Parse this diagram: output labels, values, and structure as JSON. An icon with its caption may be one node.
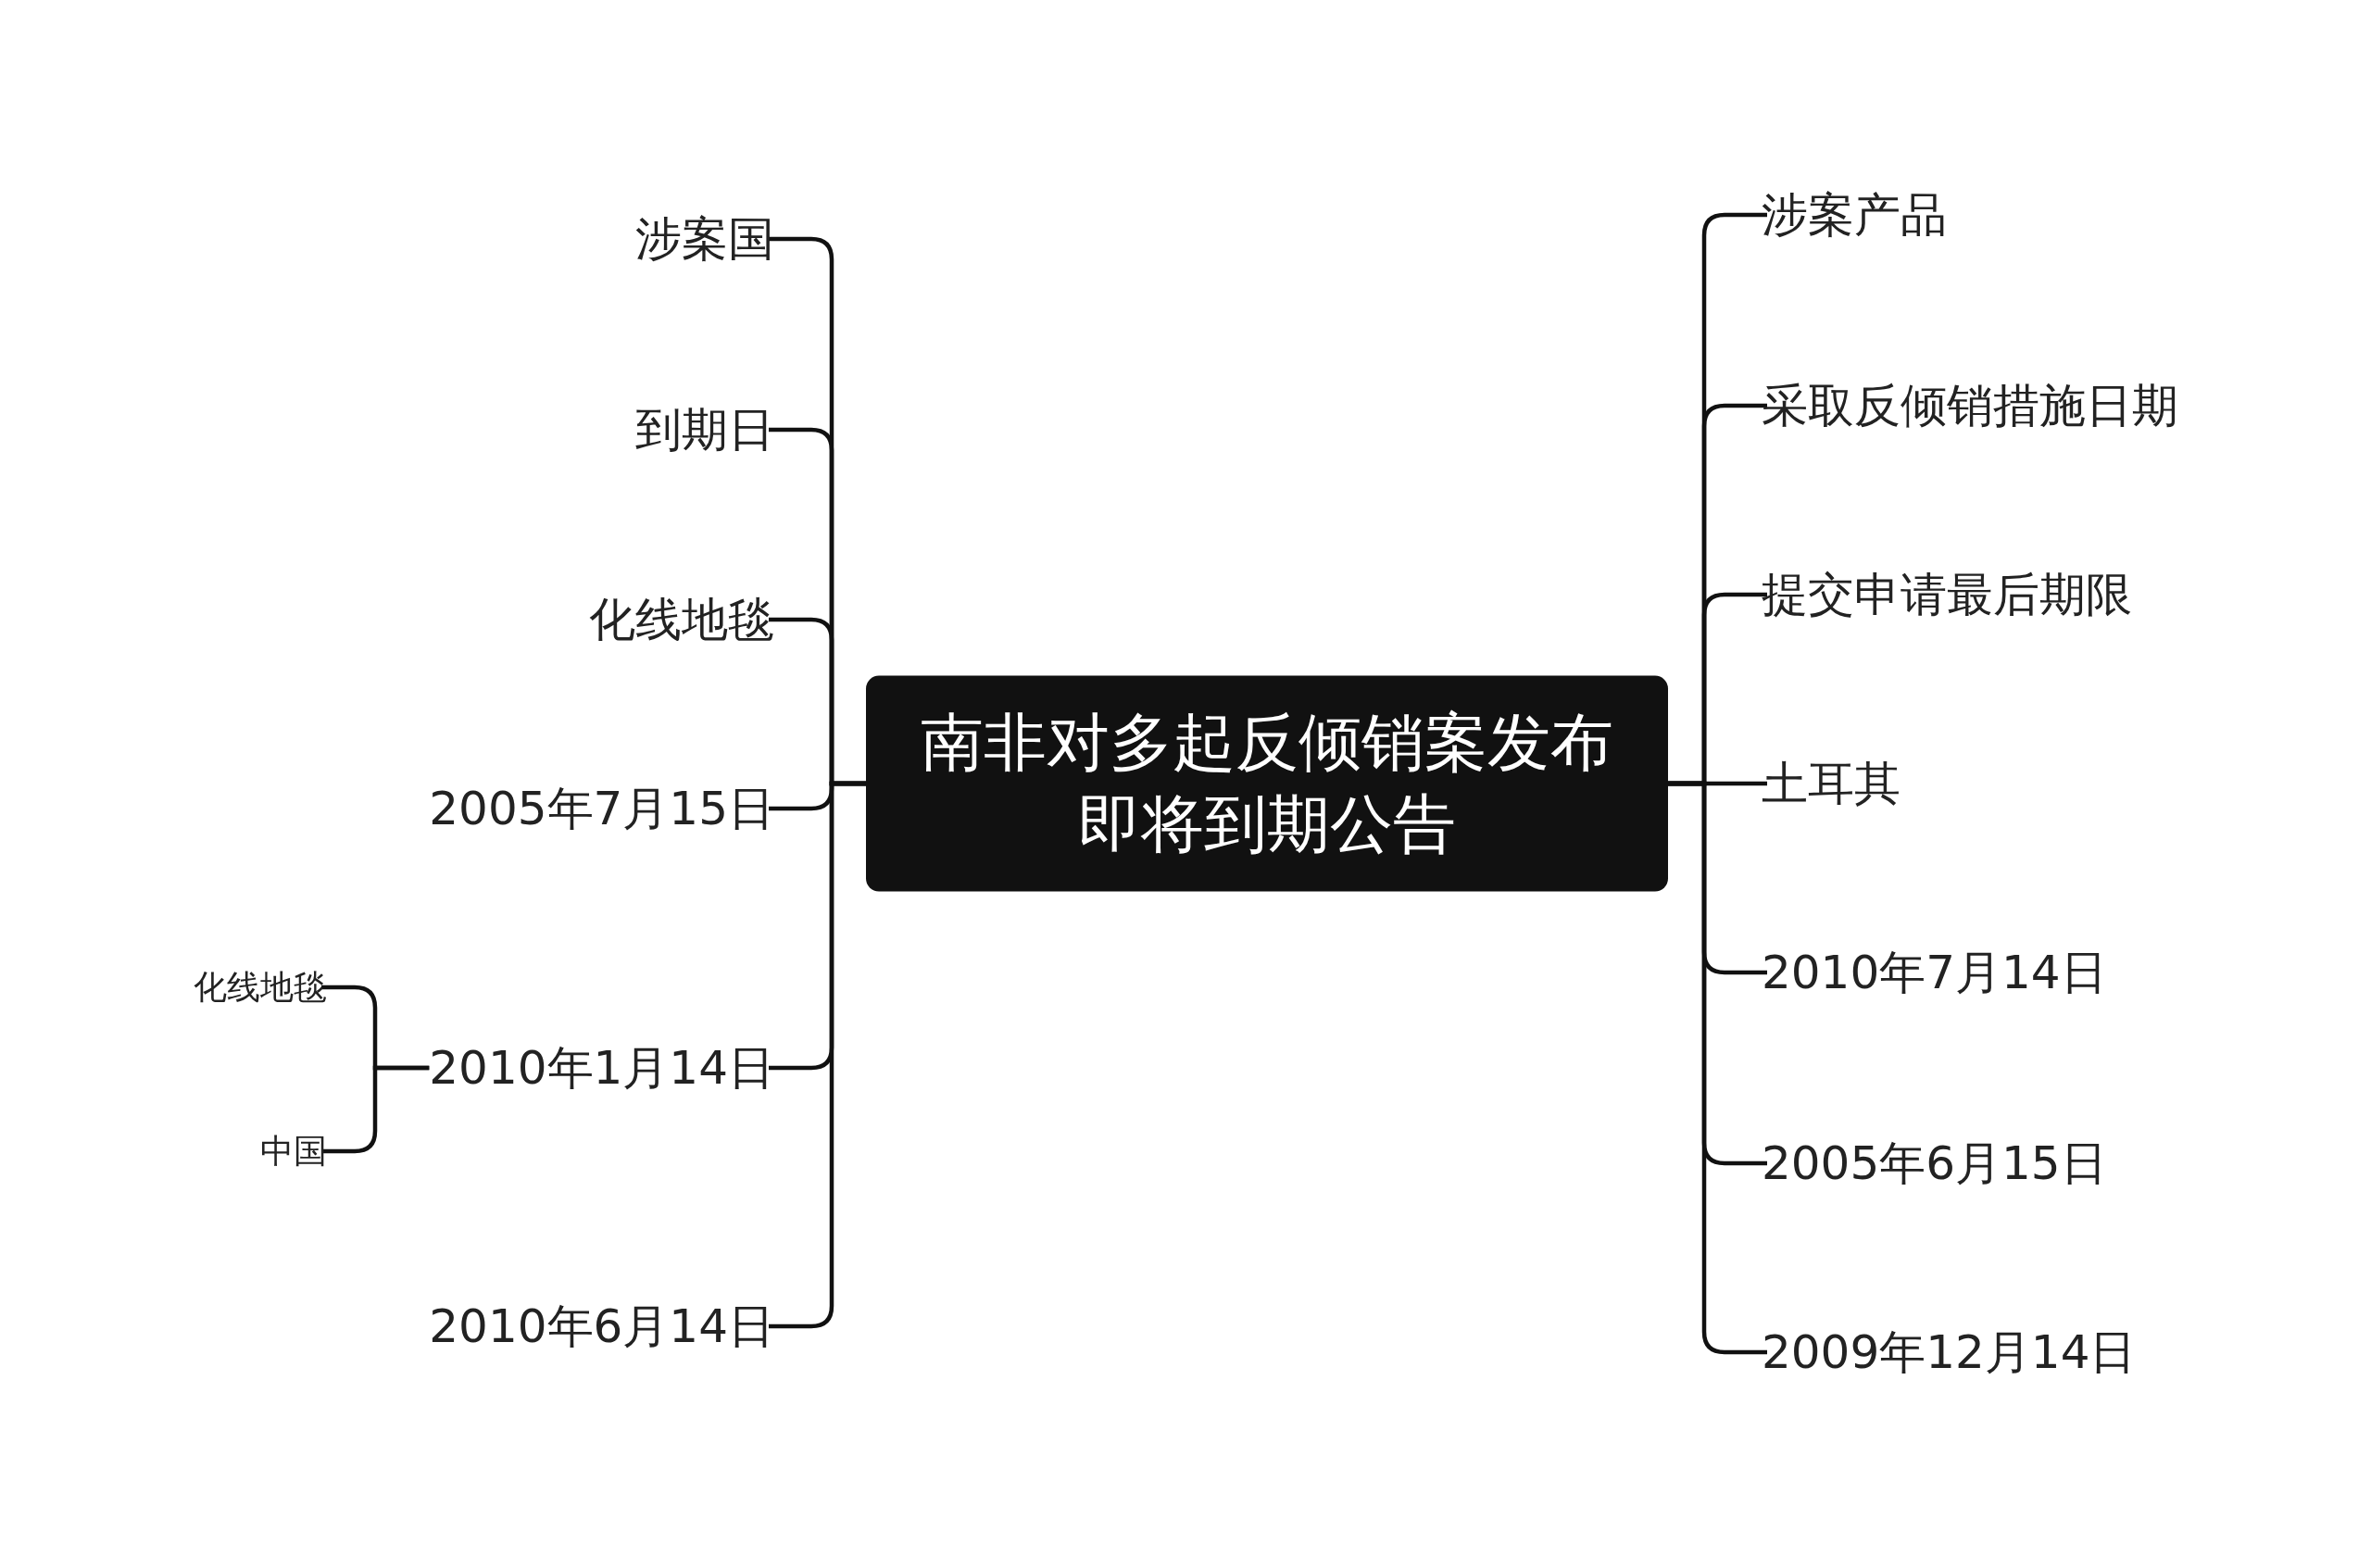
{
  "diagram": {
    "nodes": [
      {
        "text": [
          "南非对多起反倾销案发布即将到期公告"
        ]
      },
      {
        "text": [
          "涉案国"
        ]
      },
      {
        "text": [
          "到期日"
        ]
      },
      {
        "text": [
          "化线地毯"
        ]
      },
      {
        "text": [
          "2005年7月15日"
        ]
      },
      {
        "text": [
          "2010年1月14日"
        ]
      },
      {
        "text": [
          "化线地毯"
        ]
      },
      {
        "text": [
          "中国"
        ]
      },
      {
        "text": [
          "2010年6月14日"
        ]
      },
      {
        "text": [
          "涉案产品"
        ]
      },
      {
        "text": [
          "采取反倾销措施日期"
        ]
      },
      {
        "text": [
          "提交申请最后期限"
        ]
      },
      {
        "text": [
          "土耳其"
        ]
      },
      {
        "text": [
          "2010年7月14日"
        ]
      },
      {
        "text": [
          "2005年6月15日"
        ]
      },
      {
        "text": [
          "2009年12月14日"
        ]
      }
    ],
    "edges": [
      {
        "from": 0,
        "to": 1,
        "arrow": "none"
      },
      {
        "from": 0,
        "to": 2,
        "arrow": "none"
      },
      {
        "from": 0,
        "to": 3,
        "arrow": "none"
      },
      {
        "from": 0,
        "to": 4,
        "arrow": "none"
      },
      {
        "from": 0,
        "to": 5,
        "arrow": "none"
      },
      {
        "from": 5,
        "to": 6,
        "arrow": "none"
      },
      {
        "from": 5,
        "to": 7,
        "arrow": "none"
      },
      {
        "from": 0,
        "to": 8,
        "arrow": "none"
      },
      {
        "from": 0,
        "to": 9,
        "arrow": "none"
      },
      {
        "from": 0,
        "to": 10,
        "arrow": "none"
      },
      {
        "from": 0,
        "to": 11,
        "arrow": "none"
      },
      {
        "from": 0,
        "to": 12,
        "arrow": "none"
      },
      {
        "from": 0,
        "to": 13,
        "arrow": "none"
      },
      {
        "from": 0,
        "to": 14,
        "arrow": "none"
      },
      {
        "from": 0,
        "to": 15,
        "arrow": "none"
      }
    ]
  }
}
